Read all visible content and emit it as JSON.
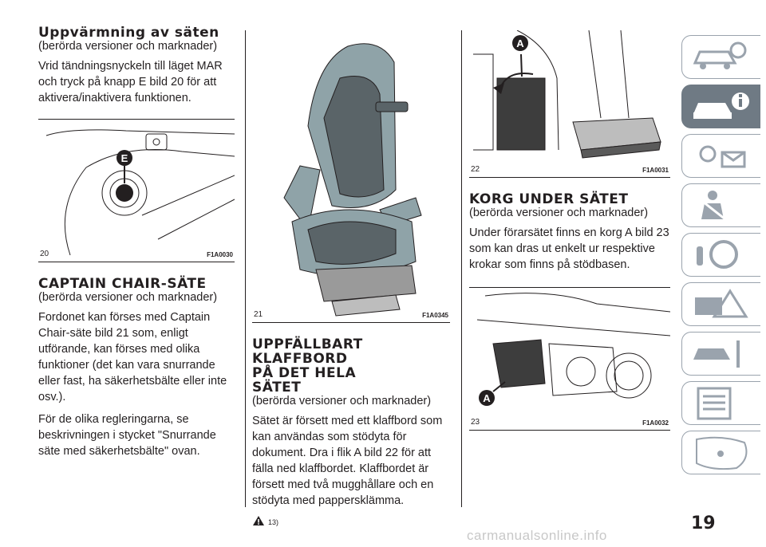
{
  "col1": {
    "heading1": "Uppvärmning av säten",
    "sub1": "(berörda versioner och marknader)",
    "para1": "Vrid tändningsnyckeln till läget MAR och tryck på knapp E bild 20 för att aktivera/inaktivera funktionen.",
    "fig20": {
      "num": "20",
      "code": "F1A0030",
      "label": "E"
    },
    "heading2": "CAPTAIN CHAIR-SÄTE",
    "sub2": "(berörda versioner och marknader)",
    "para2": "Fordonet kan förses med Captain Chair-säte bild 21 som, enligt utförande, kan förses med olika funktioner (det kan vara snurrande eller fast, ha säkerhetsbälte eller inte osv.).",
    "para3": "För de olika regleringarna, se beskrivningen i stycket \"Snurrande säte med säkerhetsbälte\" ovan."
  },
  "col2": {
    "fig21": {
      "num": "21",
      "code": "F1A0345"
    },
    "heading": "UPPFÄLLBART KLAFFBORD PÅ DET HELA SÄTET",
    "sub": "(berörda versioner och marknader)",
    "para": "Sätet är försett med ett klaffbord som kan användas som stödyta för dokument. Dra i flik A bild 22 för att fälla ned klaffbordet. Klaffbordet är försett med två mugghållare och en stödyta med pappersklämma.",
    "warn_ref": "13)"
  },
  "col3": {
    "fig22": {
      "num": "22",
      "code": "F1A0031",
      "label": "A"
    },
    "heading": "KORG UNDER SÄTET",
    "sub": "(berörda versioner och marknader)",
    "para": "Under förarsätet finns en korg A bild 23 som kan dras ut enkelt ur respektive krokar som finns på stödbasen.",
    "fig23": {
      "num": "23",
      "code": "F1A0032",
      "label": "A"
    }
  },
  "page_number": "19",
  "watermark": "carmanualsonline.info",
  "colors": {
    "tab_border": "#9aa3ad",
    "tab_active": "#6f7a84",
    "seat_grey": "#8fa3a8",
    "seat_dark": "#5a6468"
  }
}
